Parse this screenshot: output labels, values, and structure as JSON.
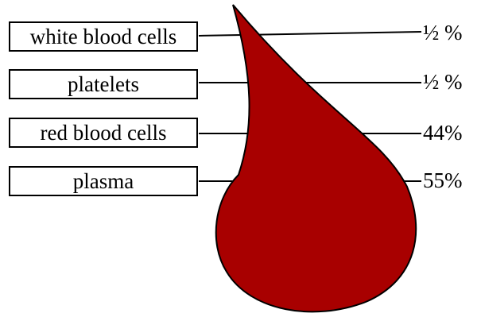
{
  "colors": {
    "drop_fill": "#a80000",
    "outline": "#000000",
    "background": "#ffffff"
  },
  "components": [
    {
      "label": "white blood cells",
      "percent": "½ %"
    },
    {
      "label": "platelets",
      "percent": "½ %"
    },
    {
      "label": "red blood cells",
      "percent": "44%"
    },
    {
      "label": "plasma",
      "percent": "55%"
    }
  ]
}
